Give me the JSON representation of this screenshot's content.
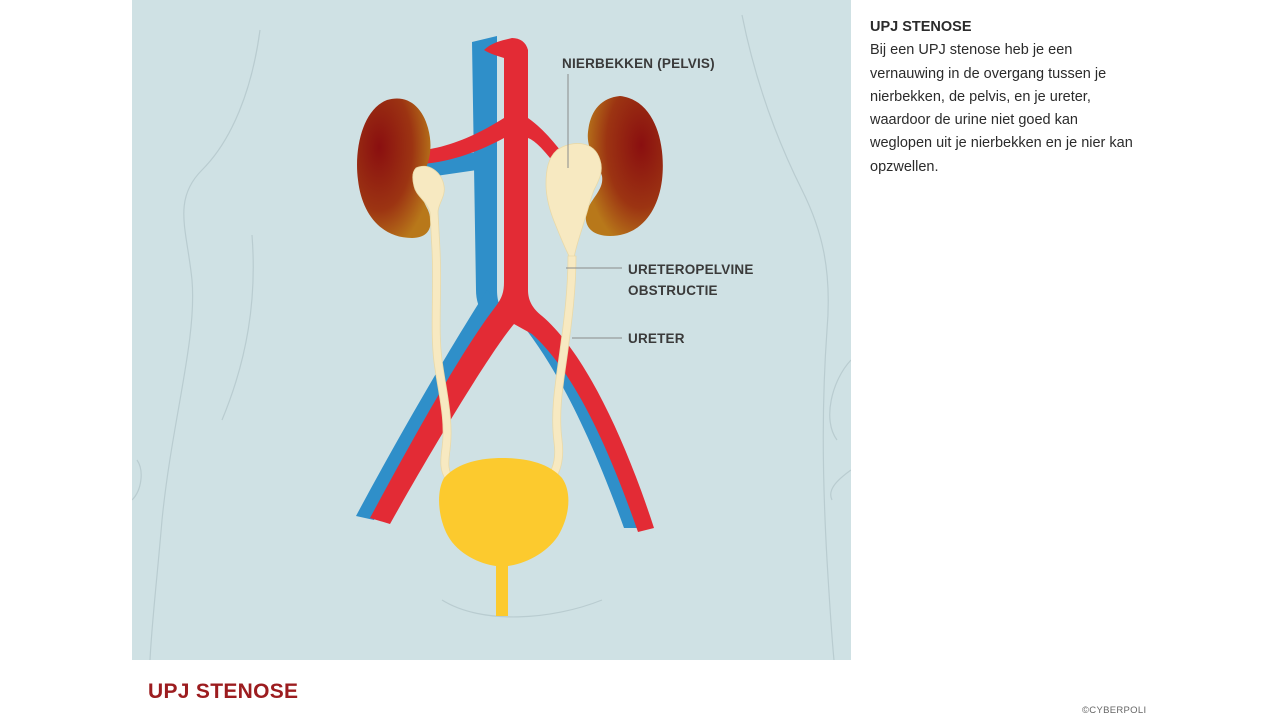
{
  "diagram": {
    "labels": {
      "pelvis": "NIERBEKKEN (PELVIS)",
      "obstruction_line1": "URETEROPELVINE",
      "obstruction_line2": "OBSTRUCTIE",
      "ureter": "URETER"
    },
    "colors": {
      "background": "#cfe1e4",
      "artery": "#e32b35",
      "vein": "#2f8fc9",
      "kidney": "#9a2a12",
      "urinary_tract": "#f7e9c1",
      "bladder": "#fcca2e"
    }
  },
  "sidebar": {
    "title": "UPJ STENOSE",
    "body": "Bij een UPJ stenose heb je een vernauwing in de overgang tussen je nierbekken, de pelvis, en je ureter, waardoor de urine niet goed kan weglopen uit je nierbekken en je nier kan opzwellen."
  },
  "footer": {
    "title": "UPJ STENOSE",
    "copyright": "©CYBERPOLI"
  }
}
